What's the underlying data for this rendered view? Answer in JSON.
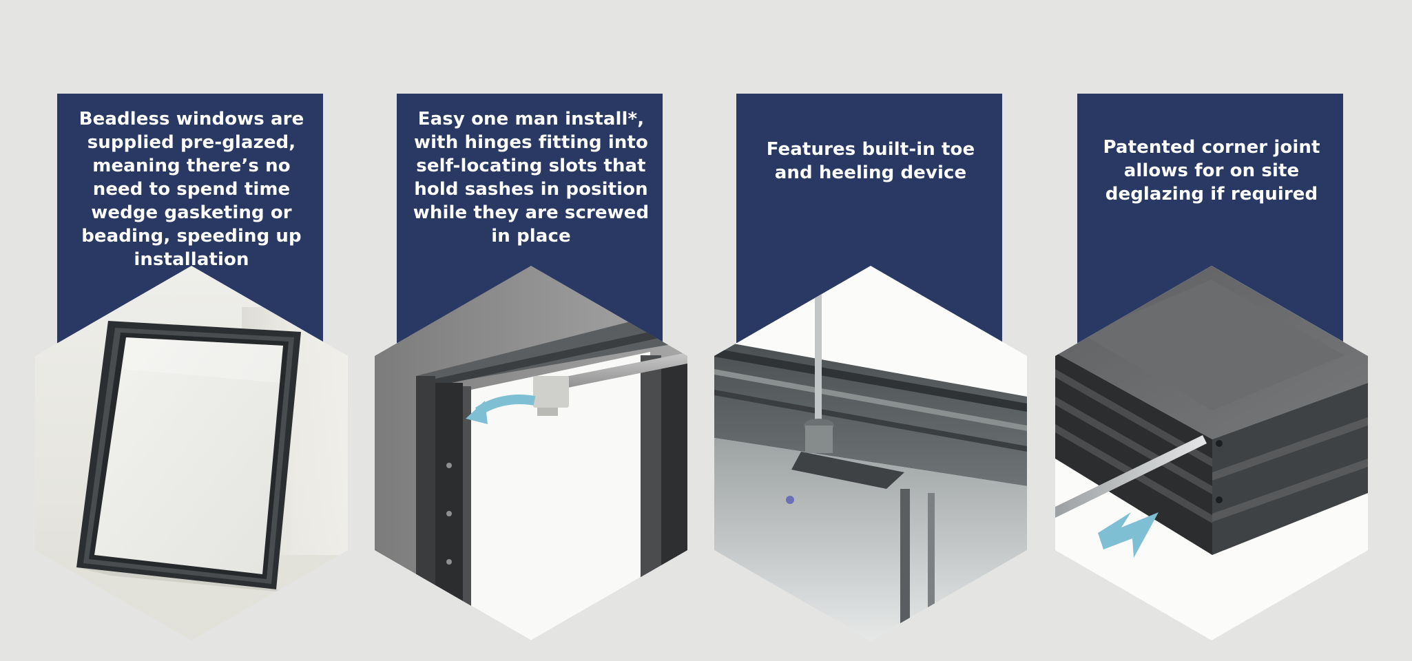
{
  "features": [
    {
      "caption": "Beadless windows are supplied pre-glazed, meaning there’s no need to spend time wedge gasketing or beading, speeding up installation",
      "image": "pre-glazed-window-frame"
    },
    {
      "caption": "Easy one man install*, with hinges fitting into self-locating slots that hold sashes in position while they are screwed in place",
      "image": "hinge-slot-detail"
    },
    {
      "caption": "Features built-in toe and heeling device",
      "image": "toe-heeling-device-detail"
    },
    {
      "caption": "Patented corner joint allows for on site deglazing if required",
      "image": "corner-joint-detail"
    }
  ],
  "colors": {
    "background": "#e4e4e3",
    "panel": "#293963",
    "caption_text": "#ffffff",
    "arrow_accent": "#7fbfd4"
  },
  "icons": [
    "arrow-icon"
  ]
}
